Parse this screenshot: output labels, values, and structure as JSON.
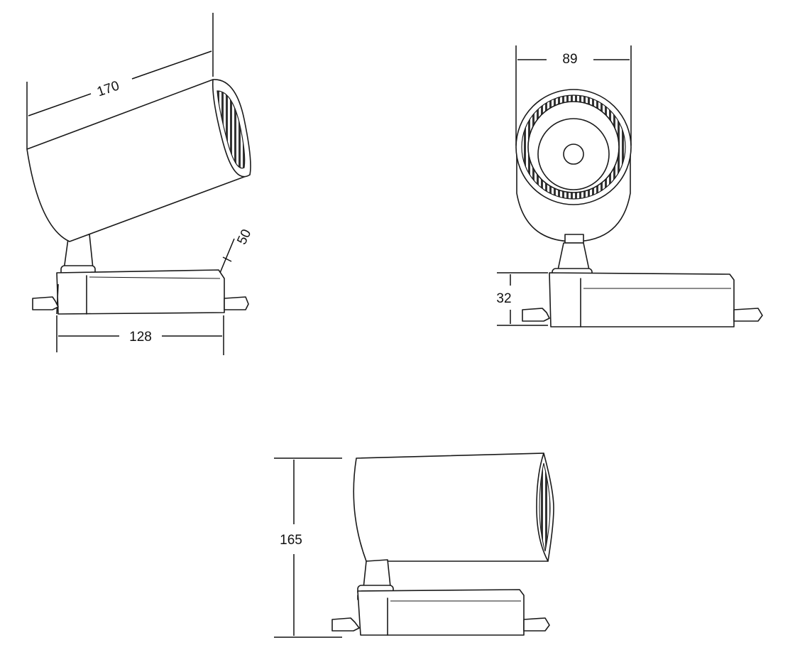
{
  "dimensions": {
    "side_length": "170",
    "side_base_width": "128",
    "side_depth": "50",
    "front_diameter": "89",
    "front_base_height": "32",
    "total_height": "165"
  }
}
